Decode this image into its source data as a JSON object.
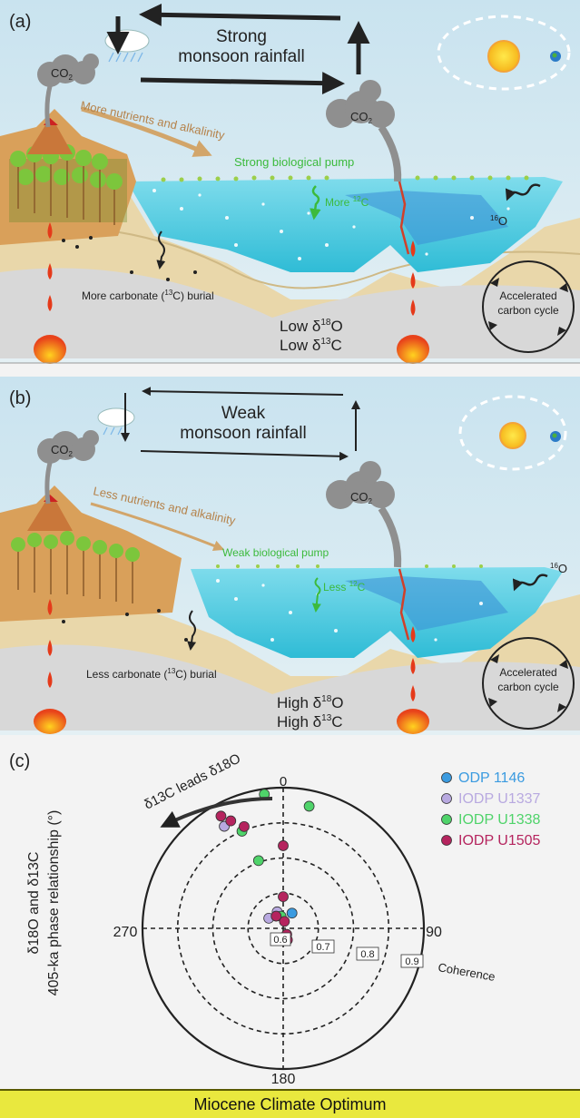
{
  "panel_a": {
    "letter": "(a)",
    "rain_line1": "Strong",
    "rain_line2": "monsoon rainfall",
    "co2_left": "CO",
    "co2_right": "CO",
    "nutrients": "More nutrients and alkalinity",
    "pump": "Strong biological pump",
    "c12_text": "More ",
    "c12_sup": "12",
    "c12_end": "C",
    "o16_sup": "16",
    "o16_end": "O",
    "burial_text": "More carbonate (",
    "burial_sup": "13",
    "burial_end": "C) burial",
    "cycle_line1": "Accelerated",
    "cycle_line2": "carbon cycle",
    "iso_line1": "Low δ",
    "iso_line1_sup": "18",
    "iso_line1_end": "O",
    "iso_line2": "Low δ",
    "iso_line2_sup": "13",
    "iso_line2_end": "C"
  },
  "panel_b": {
    "letter": "(b)",
    "rain_line1": "Weak",
    "rain_line2": "monsoon rainfall",
    "co2_left": "CO",
    "co2_right": "CO",
    "nutrients": "Less nutrients and alkalinity",
    "pump": "Weak biological pump",
    "c12_text": "Less ",
    "c12_sup": "12",
    "c12_end": "C",
    "o16_sup": "16",
    "o16_end": "O",
    "burial_text": "Less carbonate (",
    "burial_sup": "13",
    "burial_end": "C) burial",
    "cycle_line1": "Accelerated",
    "cycle_line2": "carbon cycle",
    "iso_line1": "High δ",
    "iso_line1_sup": "18",
    "iso_line1_end": "O",
    "iso_line2": "High δ",
    "iso_line2_sup": "13",
    "iso_line2_end": "C"
  },
  "panel_c": {
    "letter": "(c)",
    "lead_label": "δ13C leads δ18O",
    "ylabel_line1": "δ18O and δ13C",
    "ylabel_line2": "405-ka phase relationship (°)",
    "angle_ticks": [
      "0",
      "90",
      "180",
      "270"
    ],
    "coherence_ticks": [
      "0.6",
      "0.7",
      "0.8",
      "0.9"
    ],
    "coherence_label": "Coherence"
  },
  "chart_data": {
    "type": "scatter",
    "title": "",
    "xlabel": "Coherence",
    "ylabel": "δ18O and δ13C 405-ka phase relationship (°)",
    "polar": true,
    "coherence_range": [
      0.5,
      0.9
    ],
    "legend_position": "top-right",
    "series": [
      {
        "name": "ODP 1146",
        "color": "#3b9be0",
        "points": [
          {
            "phase": 30,
            "coherence": 0.55
          }
        ]
      },
      {
        "name": "IODP U1337",
        "color": "#b8a9e0",
        "points": [
          {
            "phase": 330,
            "coherence": 0.835
          },
          {
            "phase": 305,
            "coherence": 0.55
          },
          {
            "phase": 340,
            "coherence": 0.55
          }
        ]
      },
      {
        "name": "IODP U1338",
        "color": "#4fd36a",
        "points": [
          {
            "phase": 352,
            "coherence": 0.885
          },
          {
            "phase": 12,
            "coherence": 0.855
          },
          {
            "phase": 337,
            "coherence": 0.8
          },
          {
            "phase": 340,
            "coherence": 0.705
          },
          {
            "phase": 350,
            "coherence": 0.535
          }
        ]
      },
      {
        "name": "IODP U1505",
        "color": "#b5245e",
        "points": [
          {
            "phase": 331,
            "coherence": 0.865
          },
          {
            "phase": 334,
            "coherence": 0.84
          },
          {
            "phase": 339,
            "coherence": 0.81
          },
          {
            "phase": 0,
            "coherence": 0.735
          },
          {
            "phase": 0,
            "coherence": 0.59
          },
          {
            "phase": 10,
            "coherence": 0.52
          },
          {
            "phase": 330,
            "coherence": 0.54
          },
          {
            "phase": 150,
            "coherence": 0.52
          },
          {
            "phase": 160,
            "coherence": 0.535
          }
        ]
      }
    ]
  },
  "footer": {
    "text": "Miocene Climate Optimum"
  }
}
